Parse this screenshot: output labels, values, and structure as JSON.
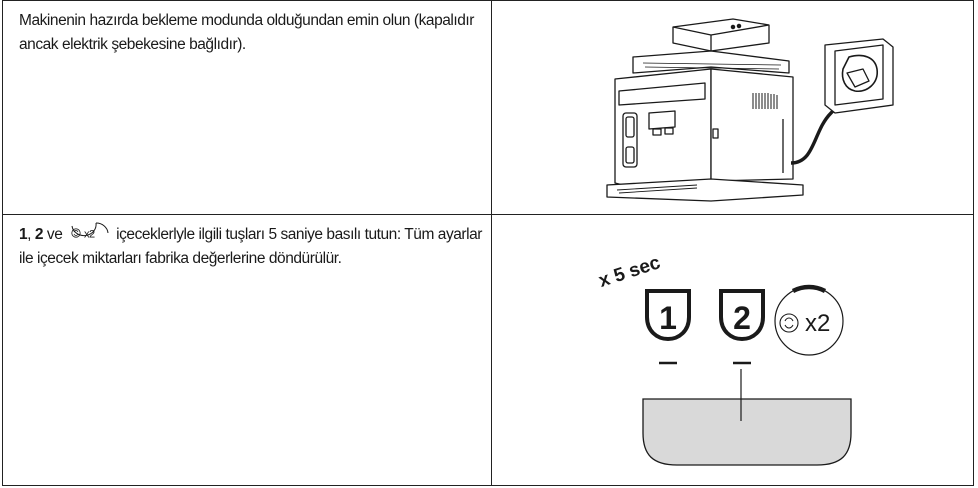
{
  "rows": [
    {
      "text": "Makinenin hazırda bekleme modunda olduğundan emin olun (kapalıdır ancak elektrik şebekesine bağlıdır).",
      "illustration": "coffee-machine-plugged-in"
    },
    {
      "bold_1": "1",
      "sep": ", ",
      "bold_2": "2",
      "ve": " ve ",
      "icon_label": "x2",
      "rest": " içeceklerlyle ilgili tuşları 5 saniye basılı tutun: Tüm ayarlar ile içecek miktarları fabrika değerlerine döndürülür.",
      "illustration": {
        "hold_label": "x 5 sec",
        "button_1": "1",
        "button_2": "2",
        "button_3": "x2"
      }
    }
  ]
}
